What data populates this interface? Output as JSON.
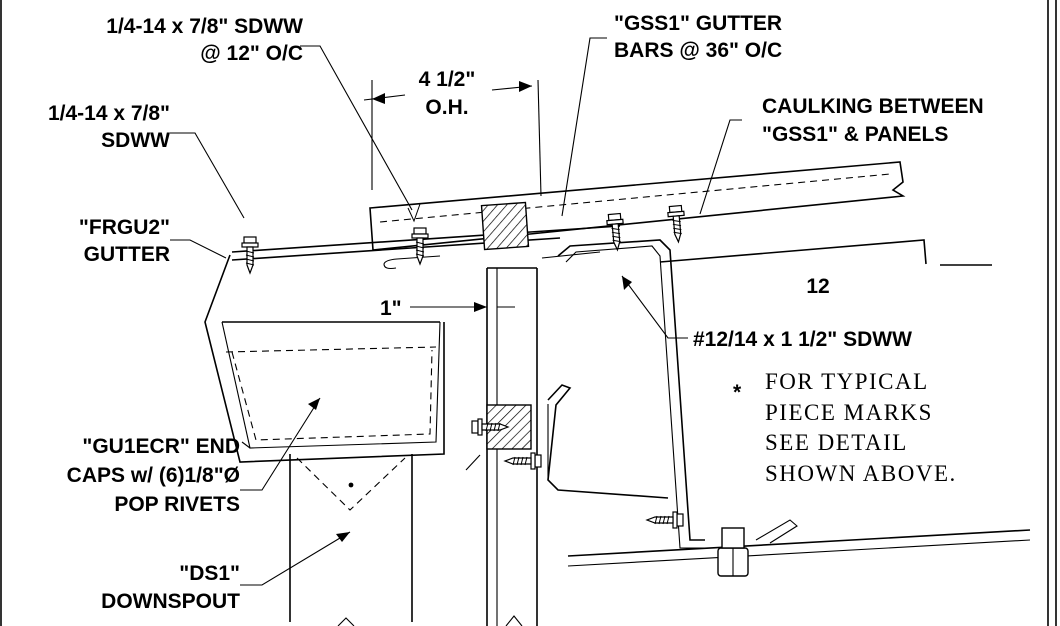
{
  "labels": {
    "screw_oc_line1": "1/4-14 x 7/8\" SDWW",
    "screw_oc_line2": "@ 12\" O/C",
    "screw_left_line1": "1/4-14 x 7/8\"",
    "screw_left_line2": "SDWW",
    "gutter_line1": "\"FRGU2\"",
    "gutter_line2": "GUTTER",
    "overhang_line1": "4 1/2\"",
    "overhang_line2": "O.H.",
    "gutter_bars_line1": "\"GSS1\" GUTTER",
    "gutter_bars_line2": "BARS @ 36\" O/C",
    "caulking_line1": "CAULKING BETWEEN",
    "caulking_line2": "\"GSS1\" & PANELS",
    "slope": "12",
    "gap": "1\"",
    "screw_right": "#12/14 x 1 1/2\" SDWW",
    "end_caps_line1": "\"GU1ECR\" END",
    "end_caps_line2": "CAPS w/ (6)1/8\"Ø",
    "end_caps_line3": "POP RIVETS",
    "downspout_line1": "\"DS1\"",
    "downspout_line2": "DOWNSPOUT"
  },
  "note": {
    "marker": "*",
    "line1": "FOR TYPICAL",
    "line2": "PIECE MARKS",
    "line3": "SEE DETAIL",
    "line4": "SHOWN ABOVE."
  }
}
